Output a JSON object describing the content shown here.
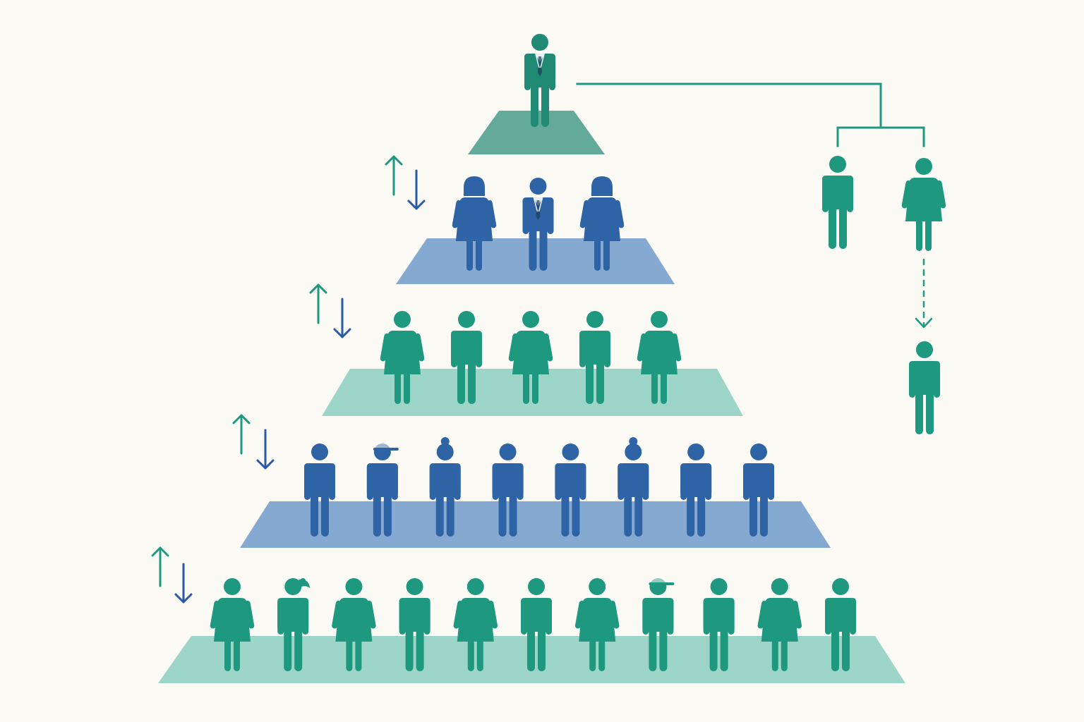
{
  "colors": {
    "background": "#fbfaf5",
    "teal_figure": "#1f9880",
    "teal_dark_figure": "#218a74",
    "blue_figure": "#2e64a6",
    "teal_platform_top": "#64aa9b",
    "blue_platform": "#86a9d2",
    "teal_platform": "#9dd6c8",
    "connector": "#1f9880",
    "arrow_up": "#1f9880",
    "arrow_down": "#2a5aa6"
  },
  "pyramid": {
    "tiers": [
      {
        "level": 1,
        "platform_color": "teal_platform_top",
        "figure_color": "teal_dark_figure",
        "figures": [
          "man-suit"
        ]
      },
      {
        "level": 2,
        "platform_color": "blue_platform",
        "figure_color": "blue_figure",
        "figures": [
          "woman-bob",
          "man-suit",
          "woman-bob"
        ]
      },
      {
        "level": 3,
        "platform_color": "teal_platform",
        "figure_color": "teal_figure",
        "figures": [
          "woman",
          "man",
          "woman",
          "man",
          "woman"
        ]
      },
      {
        "level": 4,
        "platform_color": "blue_platform",
        "figure_color": "blue_figure",
        "figures": [
          "man",
          "man-cap",
          "man-bun",
          "man",
          "man",
          "man-bun",
          "man",
          "man"
        ]
      },
      {
        "level": 5,
        "platform_color": "teal_platform",
        "figure_color": "teal_figure",
        "figures": [
          "woman",
          "man-ponytail",
          "woman",
          "man",
          "woman",
          "man",
          "woman",
          "man-cap",
          "man",
          "woman",
          "man"
        ]
      }
    ],
    "mobility_arrows": [
      {
        "between": [
          1,
          2
        ],
        "icons": [
          "arrow-up-icon",
          "arrow-down-icon"
        ]
      },
      {
        "between": [
          2,
          3
        ],
        "icons": [
          "arrow-up-icon",
          "arrow-down-icon"
        ]
      },
      {
        "between": [
          3,
          4
        ],
        "icons": [
          "arrow-up-icon",
          "arrow-down-icon"
        ]
      },
      {
        "between": [
          4,
          5
        ],
        "icons": [
          "arrow-up-icon",
          "arrow-down-icon"
        ]
      }
    ]
  },
  "family_tree": {
    "parents": [
      "man",
      "woman"
    ],
    "child": "man",
    "link_style": "dashed-arrow"
  }
}
